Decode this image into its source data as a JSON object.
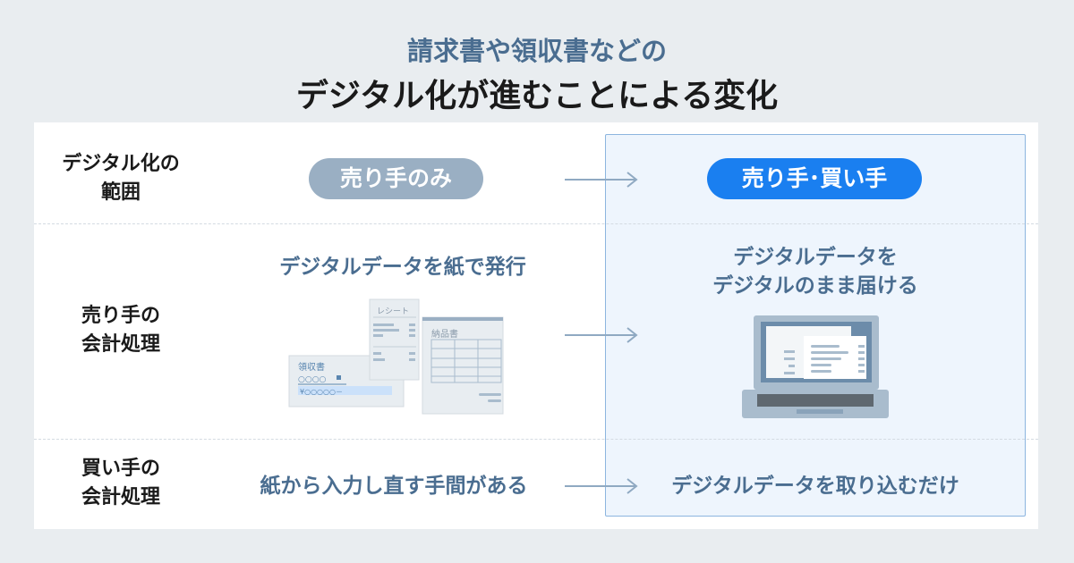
{
  "title": {
    "line1": "請求書や領収書などの",
    "line2": "デジタル化が進むことによる変化"
  },
  "rows": [
    {
      "label1": "デジタル化の",
      "label2": "範囲",
      "before": "売り手のみ",
      "after": "売り手･買い手"
    },
    {
      "label1": "売り手の",
      "label2": "会計処理",
      "before": "デジタルデータを紙で発行",
      "after1": "デジタルデータを",
      "after2": "デジタルのまま届ける"
    },
    {
      "label1": "買い手の",
      "label2": "会計処理",
      "before": "紙から入力し直す手間がある",
      "after": "デジタルデータを取り込むだけ"
    }
  ],
  "illustration": {
    "receipt": "レシート",
    "delivery_note": "納品書",
    "invoice": "領収書",
    "invoice_name": "○○○○",
    "invoice_amount": "¥○○○○○－"
  },
  "colors": {
    "accent": "#1a7ff0",
    "muted_pill": "#9aafc3",
    "text_blue": "#4a6d90"
  }
}
